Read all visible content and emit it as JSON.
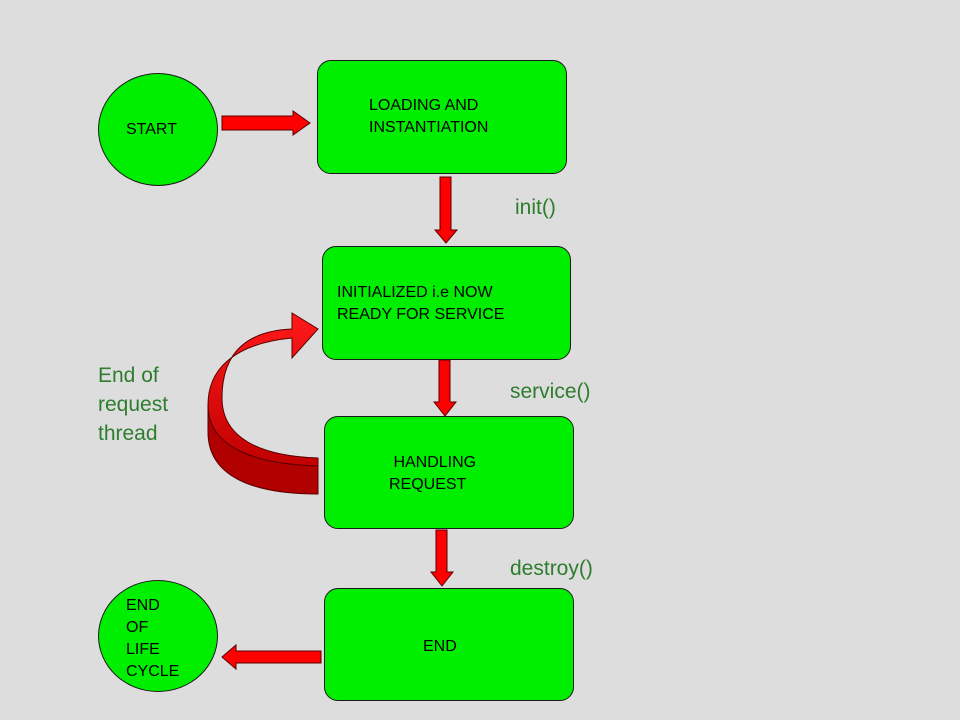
{
  "nodes": {
    "start": "START",
    "loading": "LOADING AND\nINSTANTIATION",
    "initialized": "INITIALIZED i.e NOW\nREADY FOR SERVICE",
    "handling": " HANDLING\nREQUEST",
    "end": "END",
    "end_of_life": "END\nOF\nLIFE\nCYCLE"
  },
  "edge_labels": {
    "init": "init()",
    "service": "service()",
    "destroy": "destroy()"
  },
  "loop_label": "End of\nrequest\nthread",
  "colors": {
    "node_fill": "#00ee00",
    "arrow_fill": "#ff0000",
    "label_text": "#2e7d2e",
    "background": "#dddddd"
  }
}
